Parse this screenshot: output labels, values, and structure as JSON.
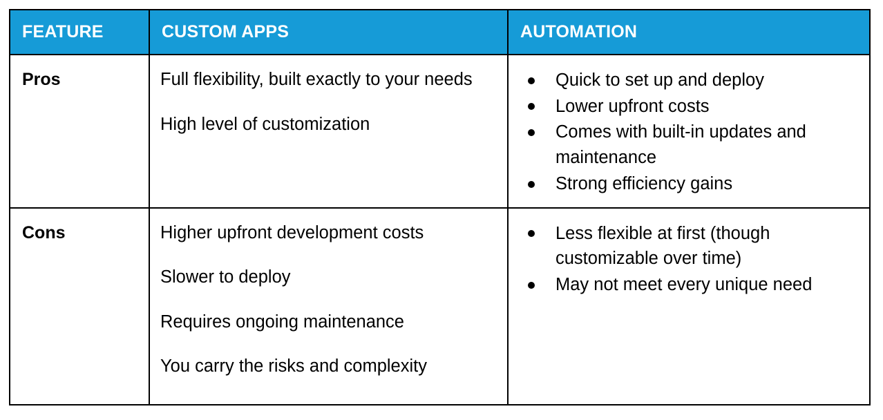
{
  "table": {
    "accent_color": "#169BD7",
    "header_text_color": "#FFFFFF",
    "body_text_color": "#000000",
    "border_color": "#000000",
    "columns": [
      {
        "key": "feature",
        "label": "FEATURE"
      },
      {
        "key": "custom",
        "label": "CUSTOM APPS"
      },
      {
        "key": "automation",
        "label": "AUTOMATION"
      }
    ],
    "rows": [
      {
        "label": "Pros",
        "custom_apps": [
          "Full flexibility, built exactly to your needs",
          "High level of customization"
        ],
        "automation": [
          "Quick to set up and deploy",
          "Lower upfront costs",
          "Comes with built-in updates and maintenance",
          "Strong efficiency gains"
        ]
      },
      {
        "label": "Cons",
        "custom_apps": [
          "Higher upfront development costs",
          "Slower to deploy",
          "Requires ongoing maintenance",
          "You carry the risks and complexity"
        ],
        "automation": [
          "Less flexible at first (though customizable over time)",
          "May not meet every unique need"
        ]
      }
    ]
  }
}
